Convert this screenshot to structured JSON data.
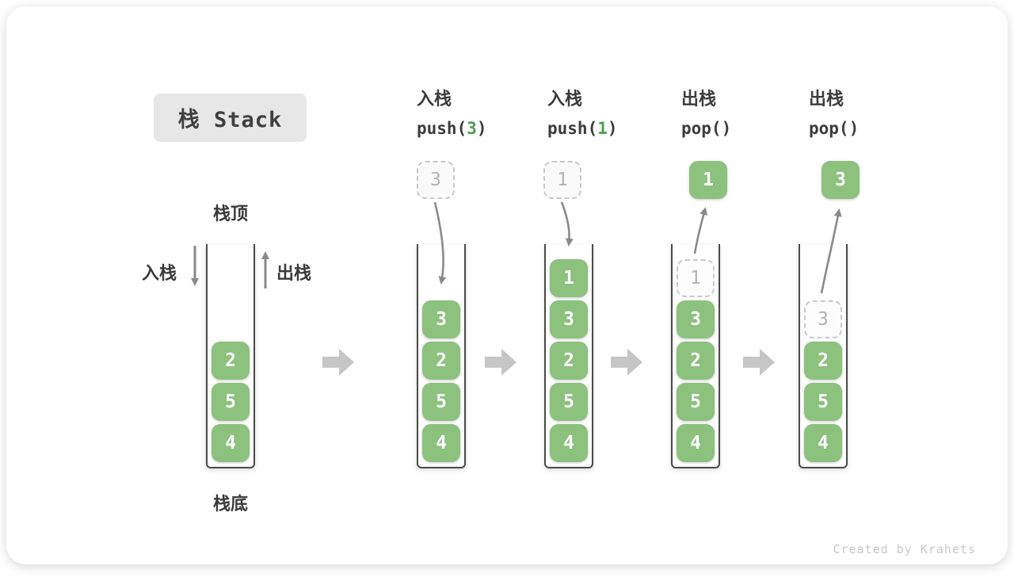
{
  "title": {
    "label": "栈 Stack"
  },
  "legend": {
    "top": "栈顶",
    "bottom": "栈底",
    "push": "入栈",
    "pop": "出栈"
  },
  "operations": [
    {
      "name": "入栈",
      "code_before": "push(",
      "code_arg": "3",
      "code_after": ")"
    },
    {
      "name": "入栈",
      "code_before": "push(",
      "code_arg": "1",
      "code_after": ")"
    },
    {
      "name": "出栈",
      "code_before": "pop()",
      "code_arg": "",
      "code_after": ""
    },
    {
      "name": "出栈",
      "code_before": "pop()",
      "code_arg": "",
      "code_after": ""
    }
  ],
  "stacks": [
    {
      "values": [
        "2",
        "5",
        "4"
      ]
    },
    {
      "incoming": "3",
      "values": [
        "3",
        "2",
        "5",
        "4"
      ]
    },
    {
      "incoming": "1",
      "values": [
        "1",
        "3",
        "2",
        "5",
        "4"
      ]
    },
    {
      "outgoing": "1",
      "ghost": "1",
      "values": [
        "3",
        "2",
        "5",
        "4"
      ]
    },
    {
      "outgoing": "3",
      "ghost": "3",
      "values": [
        "2",
        "5",
        "4"
      ]
    }
  ],
  "footer": {
    "credit": "Created by Krahets"
  },
  "colors": {
    "cell_green": "#8CC17E",
    "code_arg_green": "#4F9D4F",
    "flow_arrow_gray": "#C6C6C6",
    "line_arrow_gray": "#8A8A8A",
    "ghost_gray": "#B3B3B3",
    "text_dark": "#3C3C3C",
    "title_bg": "#E7E7E7"
  },
  "icons": {
    "flow": "right-block-arrow-icon",
    "push_direction": "down-arrow-icon",
    "pop_direction": "up-arrow-icon"
  }
}
